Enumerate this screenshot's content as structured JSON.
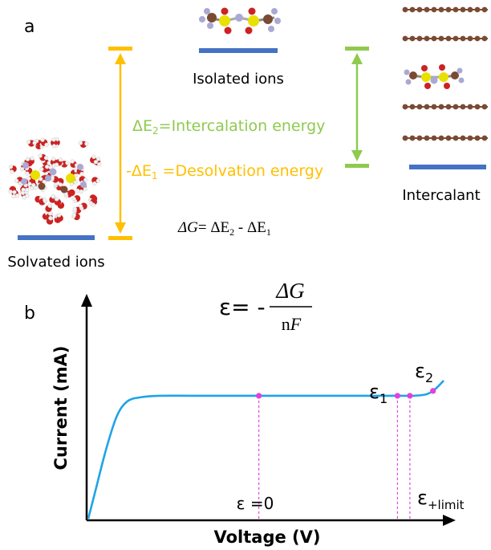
{
  "panel_a": {
    "label": "a",
    "isolated_label": "Isolated ions",
    "solvated_label": "Solvated ions",
    "intercalant_label": "Intercalant",
    "intercalation_energy": {
      "prefix": "ΔE",
      "sub": "2",
      "suffix": "=Intercalation energy"
    },
    "desolvation_energy": {
      "prefix": "-ΔE",
      "sub": "1",
      "suffix": " =Desolvation energy"
    },
    "delta_g_equation": {
      "lhs": "ΔG",
      "mid": "= ΔE",
      "sub2": "2",
      "minus": " - ΔE",
      "sub1": "1"
    },
    "colors": {
      "level_bar": "#4472c4",
      "desolvation": "#ffc000",
      "intercalation": "#8fca4f",
      "graphite": "#7a4a33",
      "oxygen": "#cc2222",
      "sulfur": "#e8e000",
      "fluorine": "#a9a9d4",
      "hydrogen": "#f2f2f2"
    }
  },
  "panel_b": {
    "label": "b",
    "equation": {
      "lhs": "ε= -",
      "numerator": "ΔG",
      "denominator_n": "n",
      "denominator_f": "F"
    },
    "xlabel": "Voltage (V)",
    "ylabel": "Current (mA)",
    "annotations": {
      "eps_zero": "ε =0",
      "eps1": {
        "base": "ε",
        "sub": "1"
      },
      "eps2": {
        "base": "ε",
        "sub": "2"
      },
      "eps_limit": {
        "base": "ε",
        "sub": "+limit"
      }
    },
    "colors": {
      "curve": "#1fa3e8",
      "marker": "#e040e0",
      "guide": "#e040e0",
      "axis": "#000000"
    }
  },
  "chart_data": {
    "type": "line",
    "title": "",
    "xlabel": "Voltage (V)",
    "ylabel": "Current (mA)",
    "xlim": [
      0,
      1
    ],
    "ylim": [
      0,
      1
    ],
    "ticks": "none",
    "grid": false,
    "series": [
      {
        "x": [
          0,
          0.02,
          0.05,
          0.08,
          0.11,
          0.15,
          0.2,
          0.3,
          0.45,
          0.6,
          0.75,
          0.9,
          0.92,
          0.95,
          0.97,
          0.985,
          1.0
        ],
        "y": [
          0.0,
          0.2,
          0.5,
          0.74,
          0.85,
          0.88,
          0.89,
          0.89,
          0.89,
          0.89,
          0.89,
          0.89,
          0.891,
          0.9,
          0.925,
          0.96,
          1.0
        ]
      }
    ],
    "markers": [
      {
        "label": "ε =0",
        "x": 0.48,
        "y": 0.89
      },
      {
        "label": "ε1",
        "x": 0.87,
        "y": 0.89
      },
      {
        "label": "ε+limit",
        "x": 0.905,
        "y": 0.89
      },
      {
        "label": "ε2",
        "x": 0.97,
        "y": 0.925
      }
    ]
  }
}
